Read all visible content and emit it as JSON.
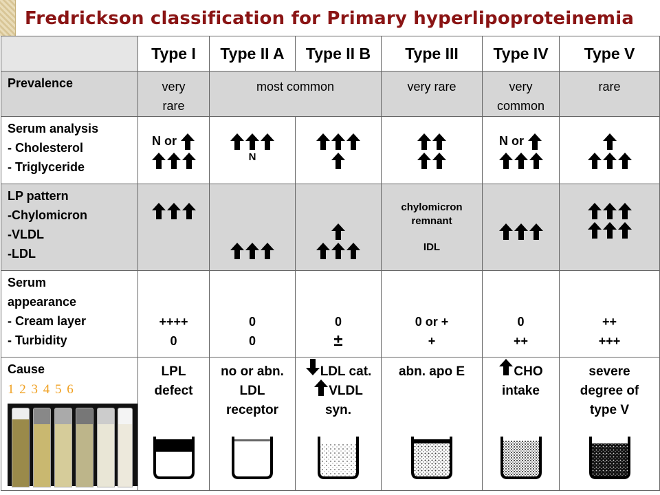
{
  "title": "Fredrickson classification for Primary hyperlipoproteinemia",
  "headers": [
    "Type I",
    "Type II A",
    "Type II B",
    "Type III",
    "Type IV",
    "Type V"
  ],
  "prevalence": {
    "label": "Prevalence",
    "type_i_l1": "very",
    "type_i_l2": "rare",
    "type_ii": "most common",
    "type_iii": "very rare",
    "type_iv_l1": "very",
    "type_iv_l2": "common",
    "type_v": "rare"
  },
  "serum": {
    "label_l1": "Serum analysis",
    "label_l2": "- Cholesterol",
    "label_l3": "- Triglyceride",
    "n_or": "N or",
    "n": "N"
  },
  "lp": {
    "label_l1": "LP pattern",
    "label_l2": "-Chylomicron",
    "label_l3": "-VLDL",
    "label_l4": "-LDL",
    "type_iii_l1": "chylomicron",
    "type_iii_l2": "remnant",
    "type_iii_l3": "IDL"
  },
  "appearance": {
    "label_l1": "Serum",
    "label_l2": "appearance",
    "label_l3": "- Cream layer",
    "label_l4": "- Turbidity",
    "values": [
      [
        "++++",
        "0"
      ],
      [
        "0",
        "0"
      ],
      [
        "0",
        "±"
      ],
      [
        "0 or +",
        "+"
      ],
      [
        "0",
        "++"
      ],
      [
        "++",
        "+++"
      ]
    ]
  },
  "cause": {
    "label": "Cause",
    "tube_numbers": "1 2 3 4 5 6",
    "type_i_l1": "LPL",
    "type_i_l2": "defect",
    "type_iia_l1": "no or abn.",
    "type_iia_l2": "LDL",
    "type_iia_l3": "receptor",
    "type_iib_l1": "LDL cat.",
    "type_iib_l2": "VLDL",
    "type_iib_l3": "syn.",
    "type_iii": "abn. apo E",
    "type_iv_l1": "CHO",
    "type_iv_l2": "intake",
    "type_v_l1": "severe",
    "type_v_l2": "degree of",
    "type_v_l3": "type V"
  },
  "icons": {
    "up": "arrow-up-icon",
    "down": "arrow-down-icon"
  },
  "colors": {
    "title": "#8a1414",
    "gray_row": "#d6d6d6",
    "tube_numbers": "#f0a020"
  }
}
